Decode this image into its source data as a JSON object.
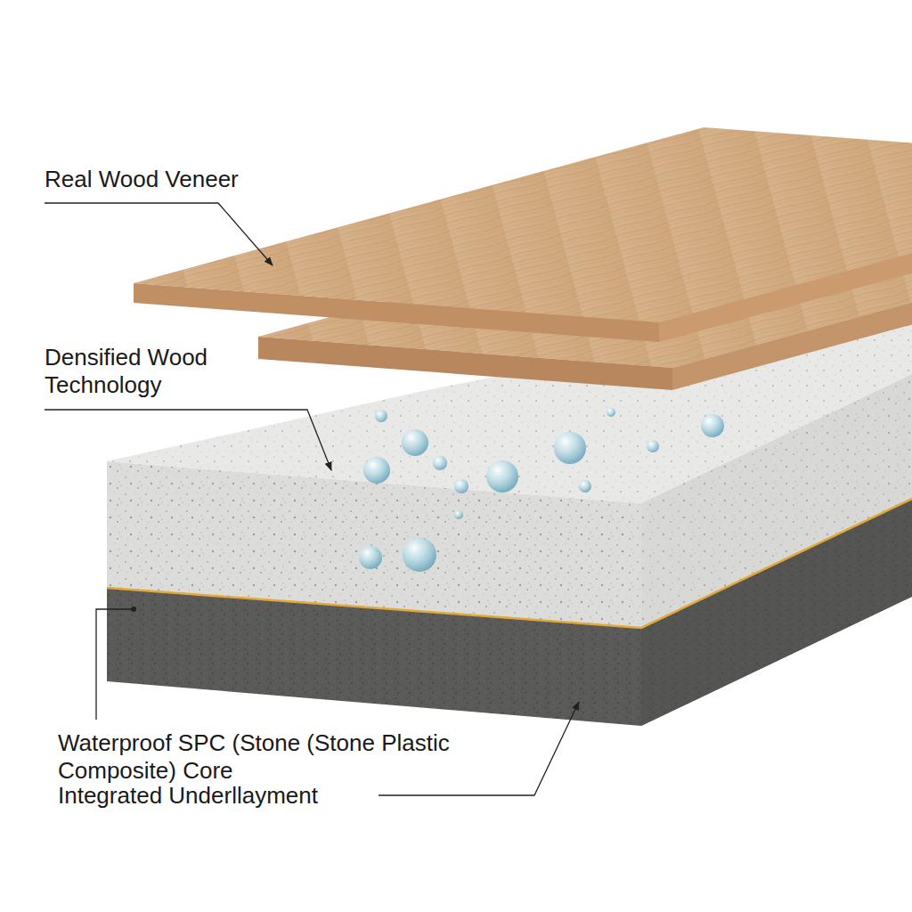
{
  "diagram": {
    "labels": [
      "Real Wood Veneer",
      "Densified Wood Technology",
      "Waterproof SPC (Stone (Stone Plastic Composite) Core",
      "Integrated Underllayment"
    ]
  }
}
